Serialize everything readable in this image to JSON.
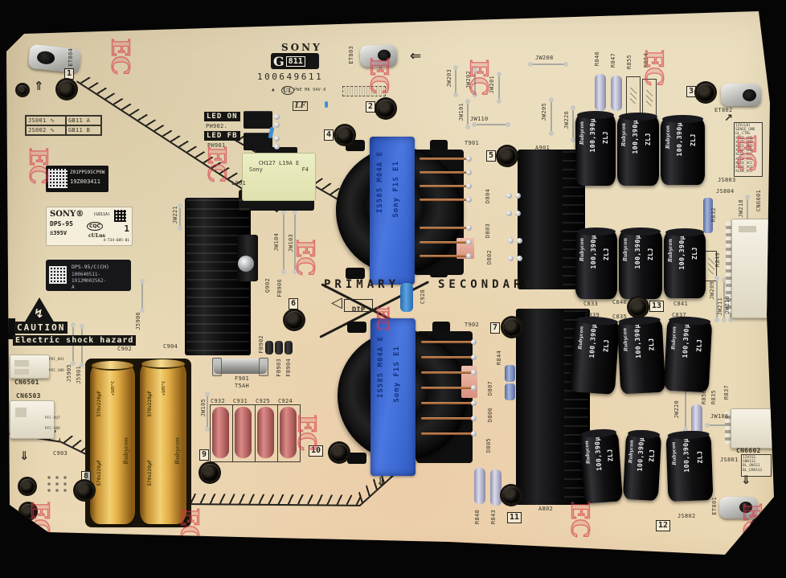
{
  "icons": {
    "up_arrow": "⇑",
    "left_arrow": "⇐",
    "down_arrow": "⇓",
    "up_right_arrow": "↗",
    "triangle_left": "◁",
    "lightning": "↯",
    "wave": "∿",
    "warn_triangle": "▲"
  },
  "brand": {
    "sony": "SONY",
    "badge_g": "G",
    "badge_811": "811",
    "board_number": "100649611",
    "cert_line": "PWE M8 94V-0",
    "ul": "UL",
    "lf": "LF"
  },
  "tabs": {
    "et801": "ET801",
    "et802": "ET802",
    "et803": "ET803",
    "et804": "ET804"
  },
  "jumper_table": {
    "rows": [
      {
        "ref": "JS001",
        "val": "GB11 A"
      },
      {
        "ref": "JS002",
        "val": "GB11 B"
      }
    ]
  },
  "barcode_label": {
    "line1": "Z01PPS95CP0W",
    "line2": "19Z003411"
  },
  "sony_label": {
    "brand": "SONY®",
    "variant": "(G811A)",
    "model": "DPS-95",
    "voltage": "≡395V",
    "cqc": "CQC",
    "ul_mark": "cULus",
    "part_number": "4-734-685-01",
    "index": "1"
  },
  "dps_label": {
    "line1": "DPS-95/C(CH)",
    "line2": "100640511-",
    "line3": "1912M002562-",
    "line4": "A"
  },
  "caution": {
    "word": "CAUTION",
    "message": "Electric shock hazard"
  },
  "primary_secondary": {
    "primary": "PRIMARY",
    "secondary": "SECONDARY",
    "dip": "DIP"
  },
  "transformer_label": {
    "line1": "IS585 M04A E",
    "line2": "Sony F1S E1"
  },
  "inductor": {
    "ref": "L901",
    "line1": "CH127 L19A E",
    "line2": "Sony",
    "line3": "F4"
  },
  "optos": {
    "led_on": "LED ON",
    "ph902": "PH902.",
    "led_fb": "LED FB",
    "ph901": "PH901"
  },
  "fuse": {
    "ref": "F901",
    "rating": "T5AH"
  },
  "gold_cap": {
    "value": "570v220µF",
    "temp": "+105°C",
    "brand": "Rubycon"
  },
  "black_cap": {
    "value": "100,390µ",
    "series": "ZLJ",
    "brand": "Rubycon"
  },
  "stamp": "EC",
  "holes": [
    "1",
    "2",
    "3",
    "4",
    "5",
    "6",
    "7",
    "8",
    "9",
    "10",
    "11",
    "12",
    "13"
  ],
  "connectors": {
    "cn6501": "CN6501",
    "cn6503": "CN6503",
    "cn6601": "CN6601",
    "cn6602": "CN6602",
    "cn6501_pins": [
      "PRI_HO1",
      "PRI_GND"
    ],
    "cn6503_pins": [
      "PFC-OUT",
      "PFC-GND"
    ],
    "cn6601_pins": [
      "12V(L0)",
      "SENSE_GND",
      "GL_CTRL",
      "XLED_GND",
      "XLED_GND",
      "XLED_GND",
      "XLED_GND",
      "XLED_VCC",
      "XLED_VCC",
      "XLED_VCC",
      "XLED_VCC",
      "XLED_VCC"
    ],
    "cn6602_pins": [
      "12V1S1",
      "GND1S1",
      "BL_ON1S1",
      "BL_ERR1S1"
    ]
  },
  "refs": {
    "jw101": "JW101",
    "jw103": "JW103",
    "jw104": "JW104",
    "jw105": "JW105",
    "jw106": "JW106",
    "jw110": "JW110",
    "jw201": "JW201",
    "jw202": "JW202",
    "jw203": "JW203",
    "jw205": "JW205",
    "jw208": "JW208",
    "jw209": "JW209",
    "jw210": "JW210",
    "jw211": "JW211",
    "jw218": "JW218",
    "jw220": "JW220",
    "jw221": "JW221",
    "jw226": "JW226",
    "js801": "JS801",
    "js802": "JS802",
    "js803": "JS803",
    "js804": "JS804",
    "j5901": "J5901",
    "j5905": "J5905",
    "j5906": "J5906",
    "r832": "R832",
    "r835": "R835",
    "r837": "R837",
    "r840": "R840",
    "r843": "R843",
    "r844": "R844",
    "r846": "R846",
    "r847": "R847",
    "r849": "R849",
    "r854": "R854",
    "r855": "R855",
    "r856": "R856",
    "c833": "C833",
    "c835": "C835",
    "c837": "C837",
    "c839": "C839",
    "c840": "C840",
    "c841": "C841",
    "c902": "C902",
    "c903": "C903",
    "c904": "C904",
    "c924": "C924",
    "c925": "C925",
    "c928": "C928",
    "c931": "C931",
    "c932": "C932",
    "d802": "D802",
    "d803": "D803",
    "d804": "D804",
    "d805": "D805",
    "d806": "D806",
    "d807": "D807",
    "fb902": "FB902",
    "fb903": "FB903",
    "fb904": "FB904",
    "fb906": "FB906",
    "q902": "Q902",
    "a901": "A901",
    "a802": "A802",
    "t901": "T901",
    "t902": "T902"
  }
}
